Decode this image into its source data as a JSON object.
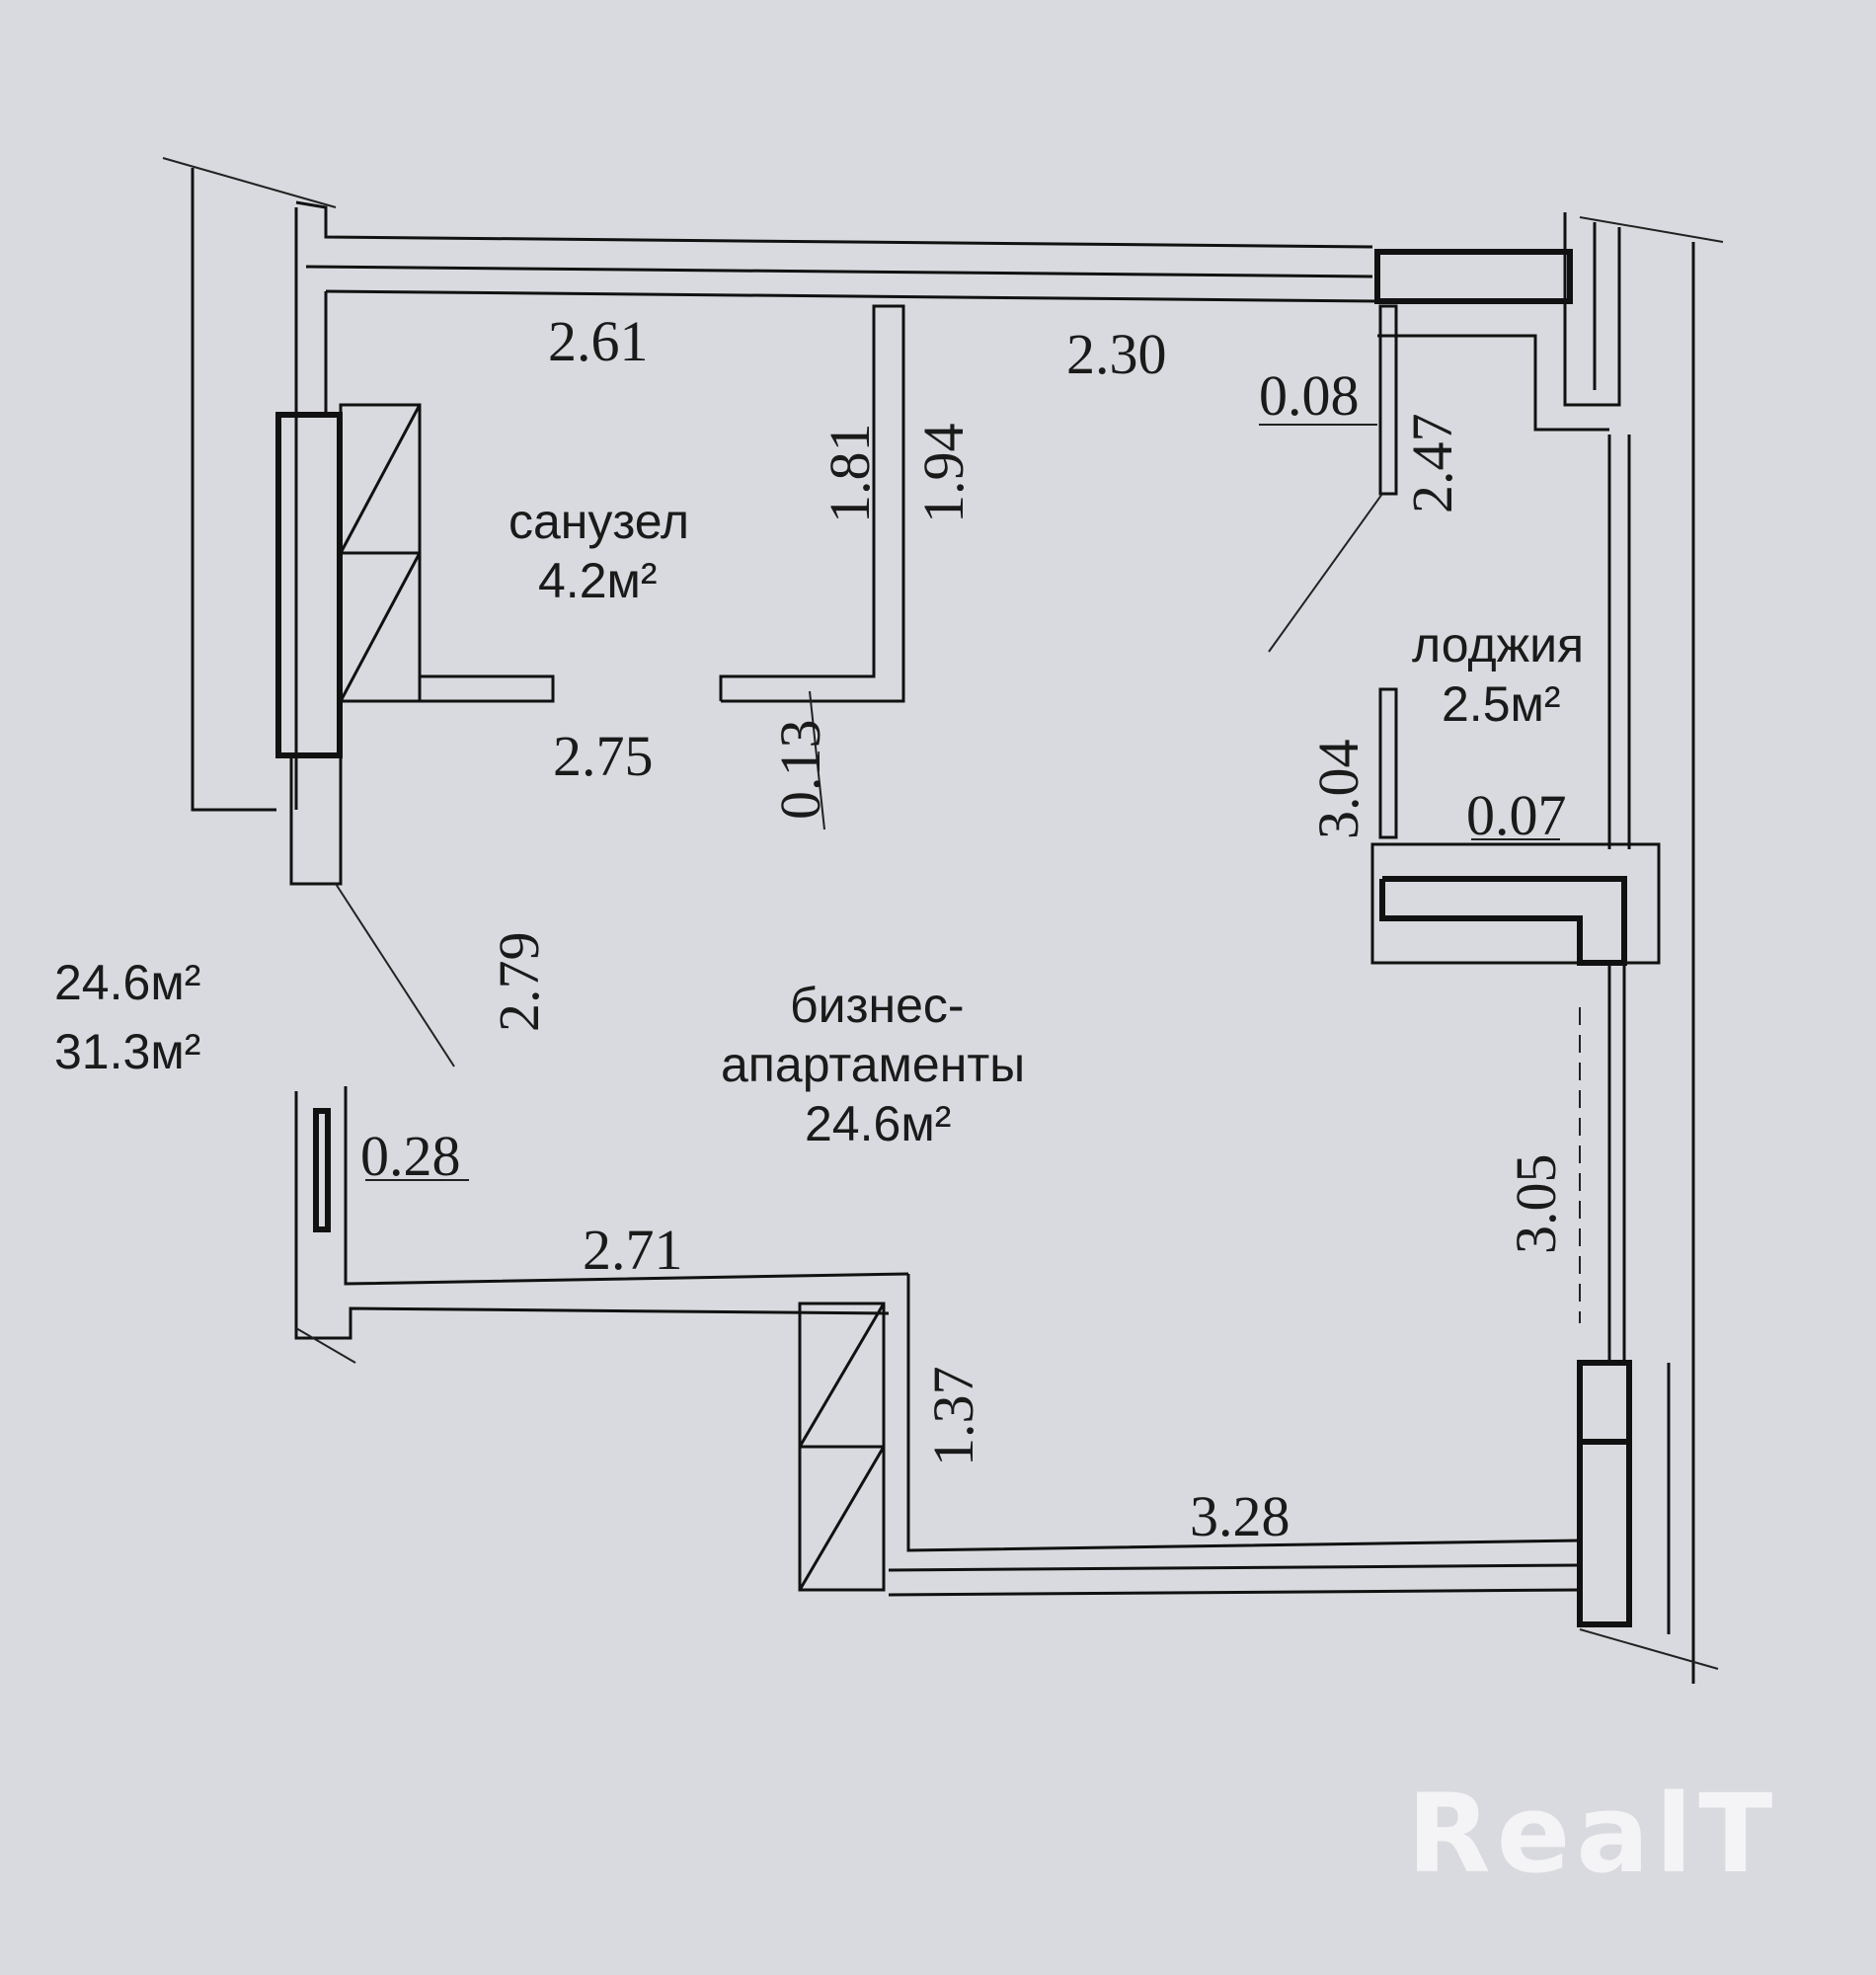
{
  "dimensions": {
    "top_left": "2.61",
    "top_right": "2.30",
    "window_gap": "0.08",
    "window_height": "2.47",
    "bath_inner": "1.81",
    "bath_outer": "1.94",
    "bath_bottom": "2.75",
    "wall_thick": "0.13",
    "left_mid": "2.79",
    "left_lower": "0.28",
    "bottom_left": "2.71",
    "step": "1.37",
    "bottom_right": "3.28",
    "loggia_height": "3.04",
    "loggia_gap": "0.07",
    "right_lower": "3.05"
  },
  "rooms": {
    "bath_name": "санузел",
    "bath_area": "4.2м²",
    "main_name_1": "бизнес-",
    "main_name_2": "апартаменты",
    "main_area": "24.6м²",
    "loggia_name": "лоджия",
    "loggia_area": "2.5м²"
  },
  "totals": {
    "living": "24.6м²",
    "total": "31.3м²"
  },
  "watermark": "RealT"
}
